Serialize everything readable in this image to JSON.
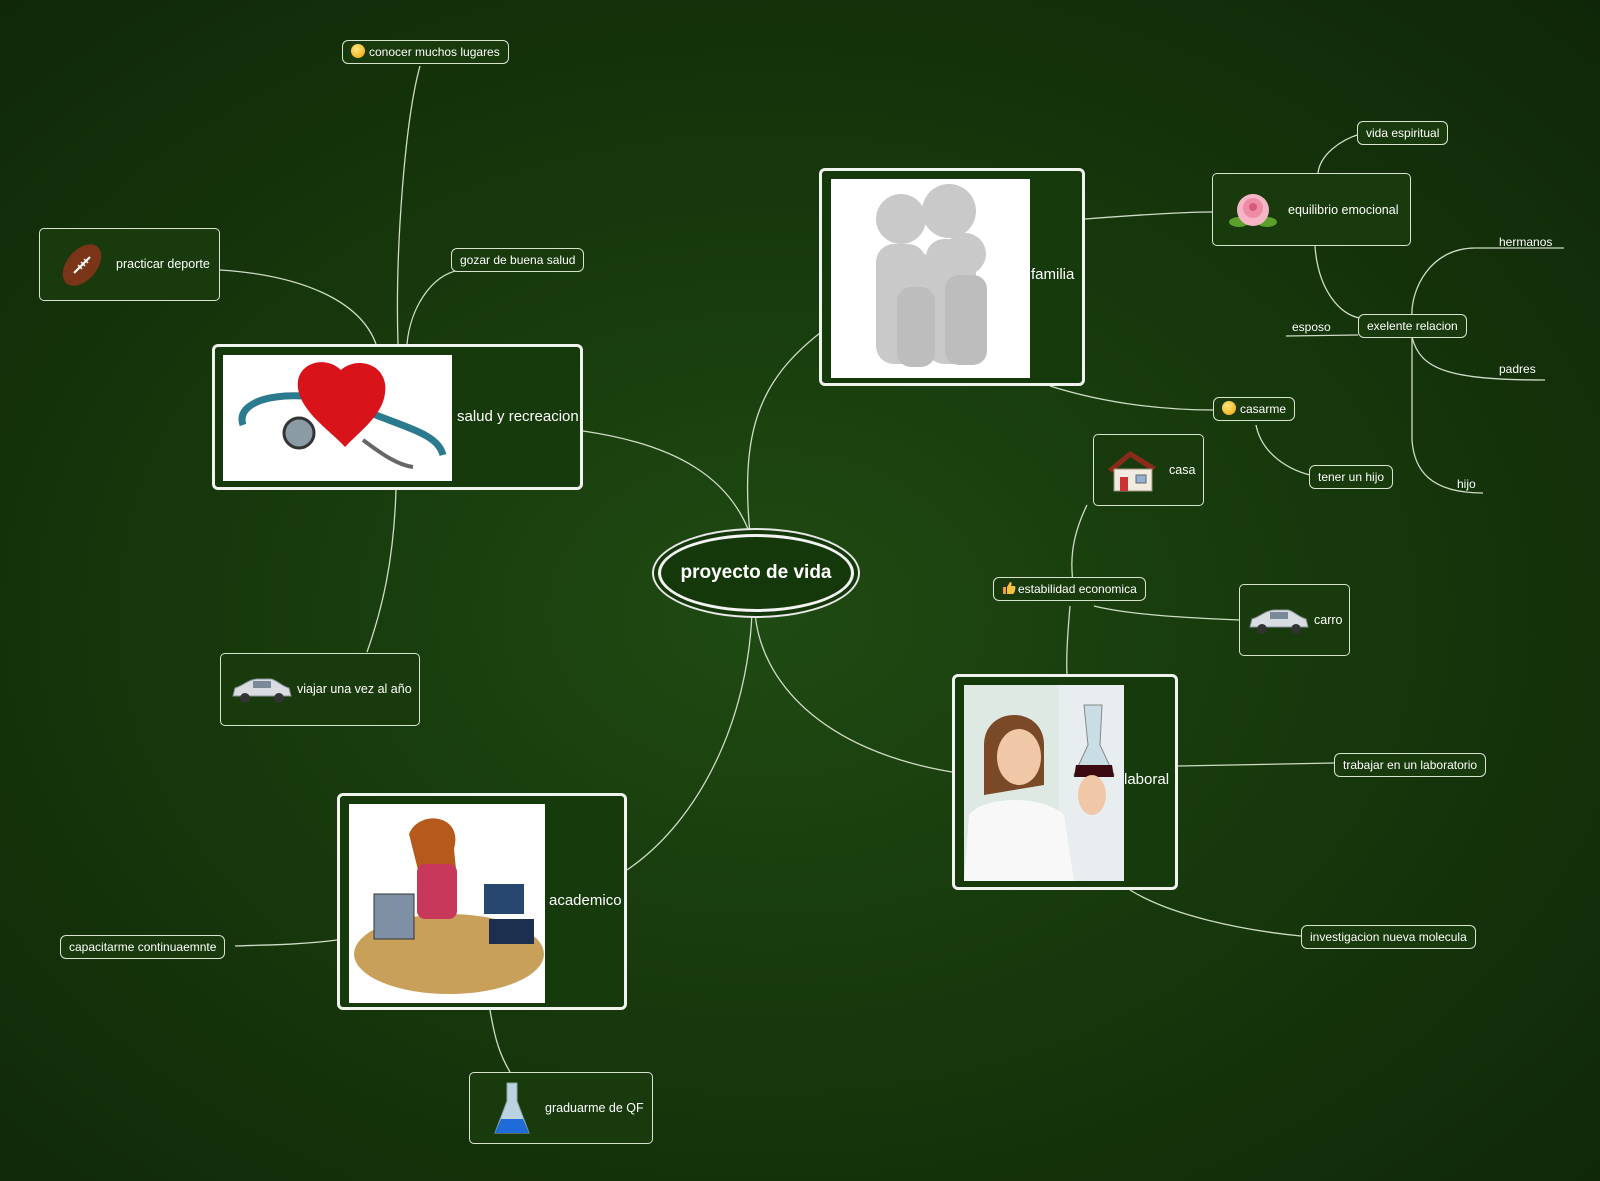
{
  "central": "proyecto de vida",
  "branches": {
    "salud": "salud y recreacion",
    "familia": "familia",
    "academico": "academico",
    "laboral": "laboral"
  },
  "nodes": {
    "conocer": "conocer muchos lugares",
    "gozar": "gozar de buena salud",
    "practicar": "practicar deporte",
    "viajar": "viajar una vez al año",
    "capacitarme": "capacitarme continuaemnte",
    "graduarme": "graduarme de QF",
    "vida_espiritual": "vida espiritual",
    "equilibrio": "equilibrio emocional",
    "hermanos": "hermanos",
    "esposo": "esposo",
    "exelente": "exelente relacion",
    "padres": "padres",
    "hijo": "hijo",
    "casarme": "casarme",
    "tener_hijo": "tener un hijo",
    "casa": "casa",
    "estabilidad": "estabilidad economica",
    "carro": "carro",
    "trabajar": "trabajar en un laboratorio",
    "investigacion": "investigacion nueva molecula"
  },
  "icons": {
    "conocer": "smiley-icon",
    "practicar": "football-icon",
    "viajar": "car-icon",
    "graduarme": "flask-icon",
    "equilibrio": "rose-icon",
    "casarme": "smiley-icon",
    "casa": "house-icon",
    "estabilidad": "thumbs-up-icon",
    "carro": "car-icon"
  },
  "colors": {
    "background": "#17390c",
    "line": "#d8e4d0",
    "node_fill": "#183a0c",
    "text": "#ffffff"
  }
}
